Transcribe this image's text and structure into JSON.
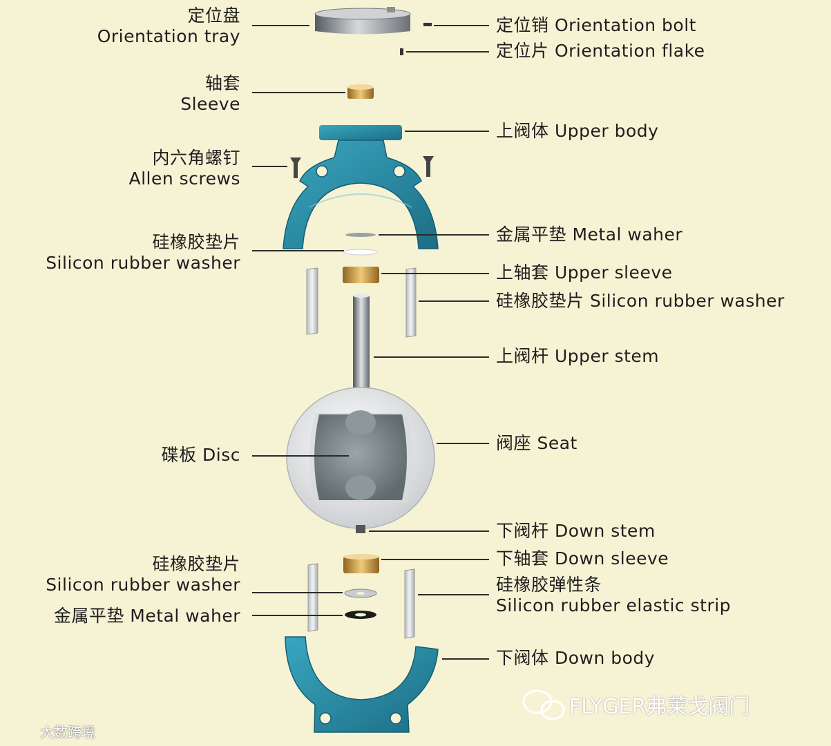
{
  "colors": {
    "background": "#f6f3d5",
    "body_blue": "#2c93ad",
    "body_blue_dark": "#1c6e85",
    "bronze": "#c9963a",
    "steel": "#9aa0a6",
    "seat_white": "#eeeeee",
    "disc_gray": "#7f8c8d"
  },
  "labels": {
    "orientation_tray_cn": "定位盘",
    "orientation_tray_en": "Orientation  tray",
    "orientation_bolt": "定位销 Orientation bolt",
    "orientation_flake": "定位片 Orientation flake",
    "sleeve_cn": "轴套",
    "sleeve_en": "Sleeve",
    "upper_body": "上阀体 Upper body",
    "allen_cn": "内六角螺钉",
    "allen_en": "Allen screws",
    "silicon_washer1_cn": "硅橡胶垫片",
    "silicon_washer1_en": "Silicon rubber washer",
    "metal_waher_top": "金属平垫 Metal waher",
    "upper_sleeve": "上轴套 Upper sleeve",
    "silicon_washer_right": "硅橡胶垫片 Silicon rubber washer",
    "upper_stem": "上阀杆 Upper stem",
    "disc": "碟板 Disc",
    "seat": "阀座 Seat",
    "down_stem": "下阀杆 Down stem",
    "down_sleeve": "下轴套 Down sleeve",
    "silicon_washer2_cn": "硅橡胶垫片",
    "silicon_washer2_en": "Silicon rubber washer",
    "elastic_strip_cn": "硅橡胶弹性条",
    "elastic_strip_en": "Silicon rubber  elastic strip",
    "metal_waher_bottom": "金属平垫 Metal waher",
    "down_body": "下阀体 Down body"
  },
  "watermarks": {
    "brand": "FLYGER弗莱戈阀门",
    "source": "大数跨境"
  }
}
